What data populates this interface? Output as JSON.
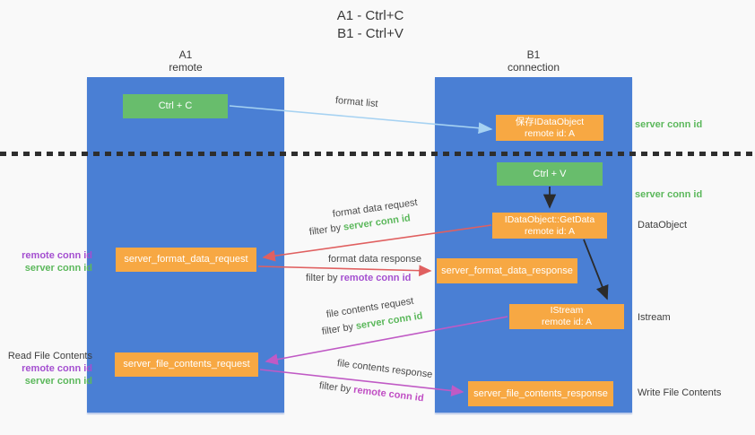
{
  "title": {
    "line1": "A1 - Ctrl+C",
    "line2": "B1 - Ctrl+V"
  },
  "columns": {
    "left": {
      "name": "A1",
      "role": "remote"
    },
    "right": {
      "name": "B1",
      "role": "connection"
    }
  },
  "nodes": {
    "ctrl_c": {
      "label": "Ctrl + C"
    },
    "ctrl_v": {
      "label": "Ctrl + V"
    },
    "save_idataobject": {
      "line1": "保存IDataObject",
      "line2": "remote id: A"
    },
    "getdata": {
      "line1": "IDataObject::GetData",
      "line2": "remote id: A"
    },
    "istream": {
      "line1": "IStream",
      "line2": "remote id: A"
    },
    "server_format_data_request": {
      "label": "server_format_data_request"
    },
    "server_format_data_response": {
      "label": "server_format_data_response"
    },
    "server_file_contents_request": {
      "label": "server_file_contents_request"
    },
    "server_file_contents_response": {
      "label": "server_file_contents_response"
    }
  },
  "arrow_labels": {
    "format_list": "format list",
    "format_data_request": "format data request",
    "format_data_request_filter": {
      "prefix": "filter by ",
      "key": "server conn id"
    },
    "format_data_response": "format data response",
    "format_data_response_filter": {
      "prefix": "filter by ",
      "key": "remote conn id"
    },
    "file_contents_request": "file contents request",
    "file_contents_request_filter": {
      "prefix": "filter by ",
      "key": "server conn id"
    },
    "file_contents_response": "file contents response",
    "file_contents_response_filter": {
      "prefix": "filter by ",
      "key": "remote conn id"
    }
  },
  "side_labels": {
    "server_conn_id_top": "server conn id",
    "server_conn_id_mid": "server conn id",
    "dataobject": "DataObject",
    "istream": "Istream",
    "write_file_contents": "Write File Contents",
    "read_file_contents": "Read File Contents",
    "remote_conn_id_left_top": "remote conn id",
    "server_conn_id_left_top": "server conn id",
    "remote_conn_id_left_bottom": "remote conn id",
    "server_conn_id_left_bottom": "server conn id"
  },
  "colors": {
    "lane_blue": "#4a7fd4",
    "node_green": "#68bd6c",
    "node_orange": "#f7a843",
    "text_green": "#5cb85c",
    "text_purple": "#a44fd0",
    "text_magenta": "#c04ec4",
    "arrow_red": "#e06060",
    "arrow_lightblue": "#a6d2f2",
    "arrow_magenta": "#c05ac5",
    "arrow_black": "#2b2b2b"
  }
}
